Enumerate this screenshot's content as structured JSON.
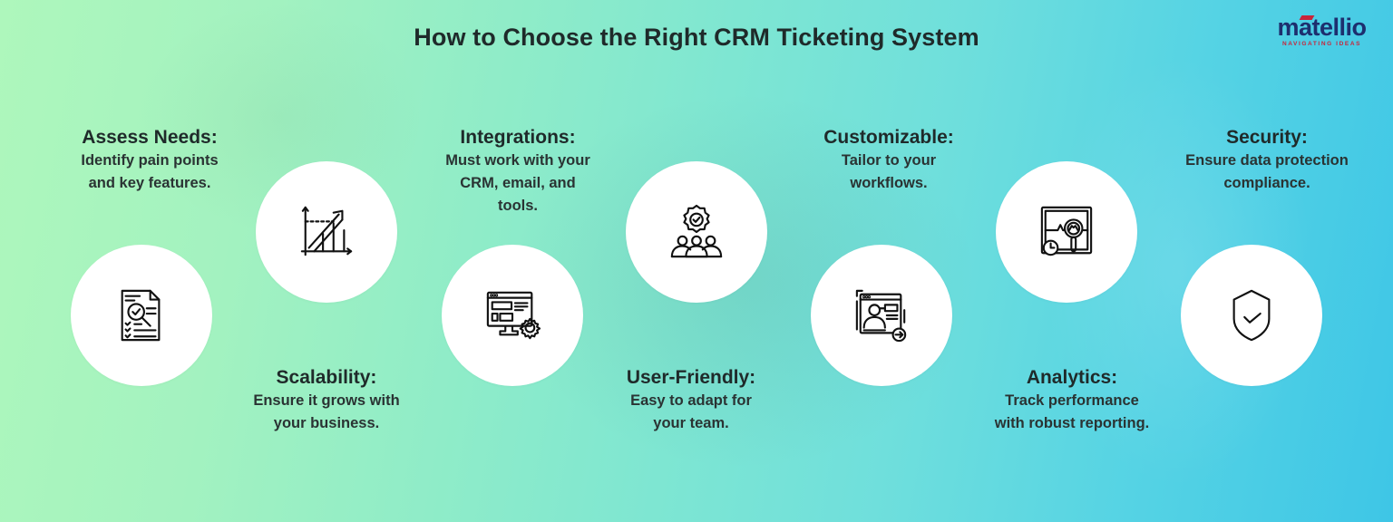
{
  "title": "How to Choose the Right CRM Ticketing System",
  "logo": {
    "wordmark": "matellio",
    "tagline": "NAVIGATING IDEAS",
    "colors": {
      "wordmark": "#1d2f6e",
      "accent": "#c8243a"
    }
  },
  "colors": {
    "gradient_start": "#aef7bc",
    "gradient_end": "#3ec6e6",
    "circle": "#ffffff",
    "text": "#1f2a2a"
  },
  "steps": [
    {
      "title": "Assess Needs:",
      "lines": [
        "Identify pain points",
        "and key features."
      ],
      "icon": "document-search-checklist-icon"
    },
    {
      "title": "Scalability:",
      "lines": [
        "Ensure it grows with",
        "your business."
      ],
      "icon": "growth-chart-icon"
    },
    {
      "title": "Integrations:",
      "lines": [
        "Must work with your",
        "CRM, email, and",
        "tools."
      ],
      "icon": "monitor-settings-icon"
    },
    {
      "title": "User-Friendly:",
      "lines": [
        "Easy to adapt for",
        "your team."
      ],
      "icon": "team-badge-icon"
    },
    {
      "title": "Customizable:",
      "lines": [
        "Tailor to your",
        "workflows."
      ],
      "icon": "user-profile-window-icon"
    },
    {
      "title": "Analytics:",
      "lines": [
        "Track performance",
        "with robust reporting."
      ],
      "icon": "monitor-analytics-icon"
    },
    {
      "title": "Security:",
      "lines": [
        "Ensure data protection",
        "compliance."
      ],
      "icon": "shield-check-icon"
    }
  ]
}
